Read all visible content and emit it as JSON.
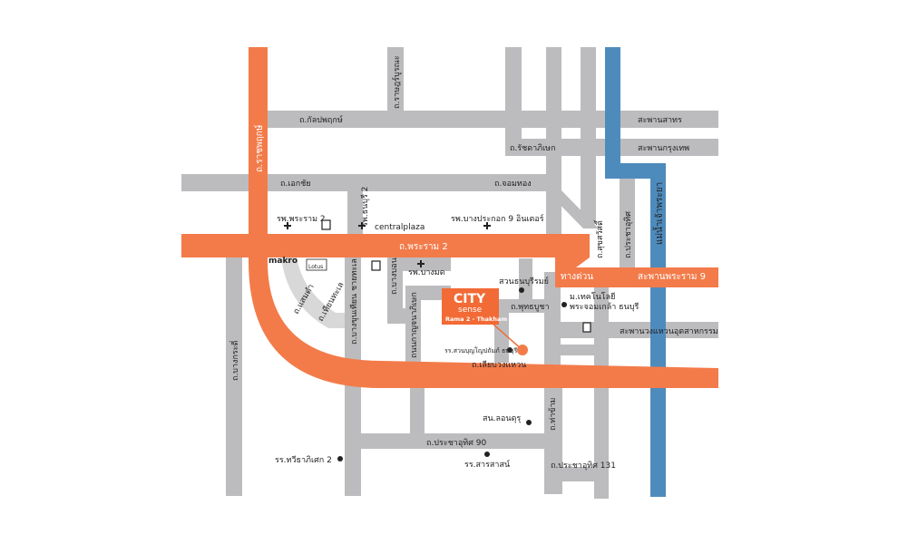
{
  "colors": {
    "road": "#bcbcbe",
    "major_road": "#f37b4a",
    "river": "#4e8bbd",
    "marker": "#f37b4a",
    "brand_box": "#f26a35",
    "text": "#222222"
  },
  "roads": {
    "kanlapaphruek": "ถ.กัลปพฤกษ์",
    "ratchadaphisek": "ถ.รัชดาภิเษก",
    "ekkachai": "ถ.เอกชัย",
    "chomthong": "ถ.จอมทอง",
    "rama2": "ถ.พระราม 2",
    "kanchanaphisek": "ถนนกาญจนาภิเษก",
    "phutthabucha": "ถ.พุทธบูชา",
    "thianthale": "ถ.เทียนทะเล",
    "liap_wongwaen": "ถ.เลียบวงแหวน",
    "liap_wongwaen_b": "ถ.เลียบวงแหวน",
    "pracha_uthit_90": "ถ.ประชาอุทิศ 90",
    "pracha_uthit_131": "ถ.ประชาอุทิศ 131",
    "bang_kradi": "ถ.บางกระดี่",
    "bang_khun_thian_chaithale": "ถ.บางขุนเทียน ชายทะเล",
    "bang_bon": "ถ.บางบอน",
    "suk_sawat": "ถ.สุขสวัสดิ์",
    "ratburana": "ถ.ราษฎร์บูรณะ",
    "pracha_uthit": "ถ.ประชาอุทิศ",
    "ratchaphruek": "ถ.ราชพฤกษ์",
    "samae_dam": "ถ.แสมดำ",
    "thakham": "ถ.ท่าข้าม"
  },
  "bridges": {
    "sathorn": "สะพานสาทร",
    "krungthep": "สะพานกรุงเทพ",
    "rama9": "สะพานพระราม 9",
    "wongwaen_utsahakam": "สะพานวงแหวนอุตสาหกรรม"
  },
  "expressway": "ทางด่วน",
  "river_name": "แม่น้ำเจ้าพระยา",
  "places": {
    "hospital_rama2": "รพ.พระราม 2",
    "hospital_bangpakok": "รพ.บางประกอก 9 อินเตอร์",
    "hospital_bangmod": "รพ.บางมด",
    "central_plaza": "centralplaza",
    "makro": "makro",
    "suan_thonburirom": "สวนธนบุรีรมย์",
    "kmutt": "ม.เทคโนโลยีพระจอมเกล้า ธนบุรี",
    "school_suanboon": "รร.สวนบุญโญปถัมภ์ ธนบุรี",
    "school_kawila": "รร.ทวีธาภิเศก 2",
    "school_sarasas": "รร.สารสาสน์",
    "school_boonsom": "สน.ลอนดุรุ",
    "hospital_thonburi": "รพ.ธนบุรี 2",
    "lotus": "Lotus"
  },
  "brand": {
    "name": "CITY",
    "sub": "sense",
    "location": "Rama 2 - Thakham"
  }
}
